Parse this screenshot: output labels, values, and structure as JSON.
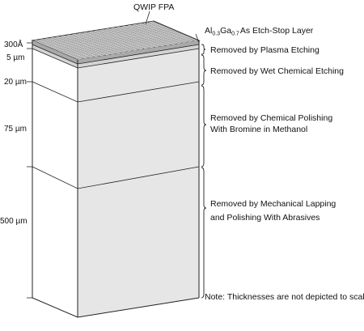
{
  "top_label": "QWIP FPA",
  "etch_stop": {
    "prefix": "Al",
    "sub1": "0.3",
    "middle": "Ga",
    "sub2": "0.7",
    "suffix": "As Etch-Stop Layer"
  },
  "thicknesses": [
    "300Å",
    "5 µm",
    "20 µm",
    "75 µm",
    "500 µm"
  ],
  "removal": {
    "plasma": "Removed by Plasma Etching",
    "wet": "Removed by Wet Chemical Etching",
    "chem_line1": "Removed by Chemical Polishing",
    "chem_line2": "With Bromine in Methanol",
    "mech_line1": "Removed by Mechanical Lapping",
    "mech_line2": "and Polishing With Abrasives"
  },
  "note": "Note: Thicknesses are not depicted to scale.",
  "colors": {
    "fpa_top": "#c8c8c8",
    "fpa_cell": "#ffffff",
    "etch_stop_band": "#a9a9a9",
    "plasma_band": "#d4d4d4",
    "side_face": "#e6e6e6",
    "front_face": "#ffffff",
    "stroke": "#222222"
  }
}
